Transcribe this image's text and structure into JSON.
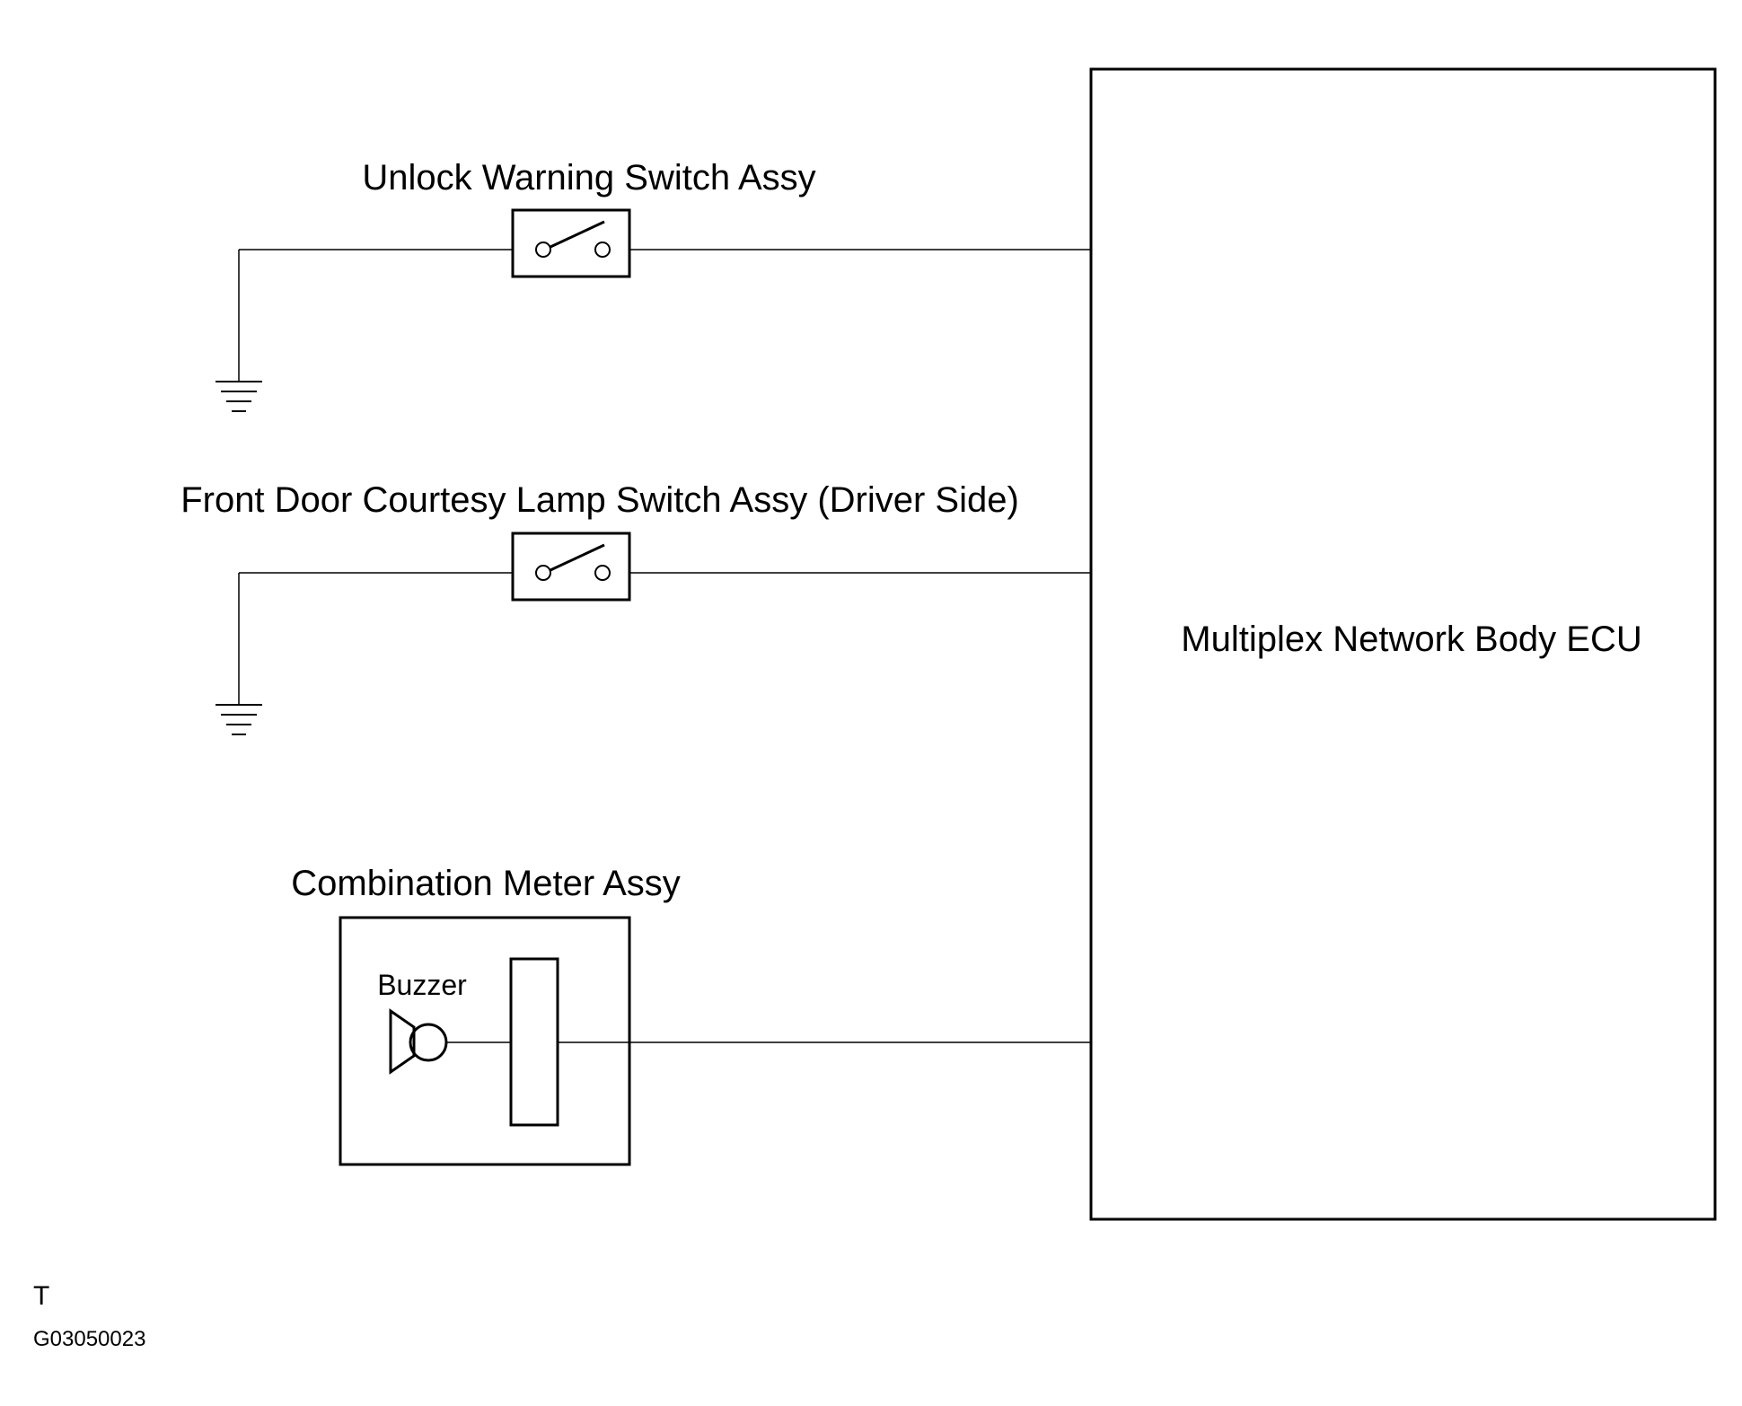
{
  "diagram": {
    "ecu_label": "Multiplex Network Body ECU",
    "unlock_switch_label": "Unlock Warning Switch Assy",
    "door_switch_label": "Front Door Courtesy Lamp Switch Assy (Driver Side)",
    "meter_label": "Combination Meter Assy",
    "buzzer_label": "Buzzer"
  },
  "footer": {
    "corner_mark": "T",
    "figure_code": "G03050023"
  },
  "colors": {
    "line": "#000000",
    "background": "#ffffff"
  }
}
